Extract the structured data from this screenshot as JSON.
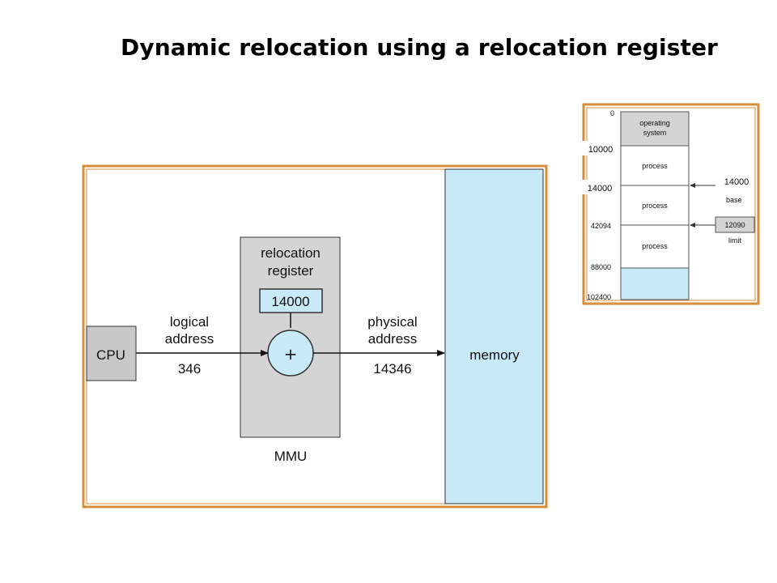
{
  "slide": {
    "title": "Dynamic relocation using a relocation register"
  },
  "mmu_diagram": {
    "cpu_label": "CPU",
    "logical_label_line1": "logical",
    "logical_label_line2": "address",
    "logical_value": "346",
    "register_label_line1": "relocation",
    "register_label_line2": "register",
    "register_value": "14000",
    "adder_symbol": "+",
    "mmu_label": "MMU",
    "physical_label_line1": "physical",
    "physical_label_line2": "address",
    "physical_value": "14346",
    "memory_label": "memory",
    "colors": {
      "frame": "#d98c3a",
      "memory_fill": "#c8e9f8",
      "mmu_fill": "#d4d4d4",
      "cpu_fill": "#c8c8c8",
      "adder_fill": "#c8e9f8"
    }
  },
  "memory_map": {
    "addresses": [
      "0",
      "42094",
      "88000",
      "102400"
    ],
    "address_overlays": [
      "10000",
      "14000"
    ],
    "segments": [
      "operating system",
      "process",
      "process",
      "process"
    ],
    "base_value": "14000",
    "base_label": "base",
    "limit_value": "12090",
    "limit_label": "limit"
  }
}
